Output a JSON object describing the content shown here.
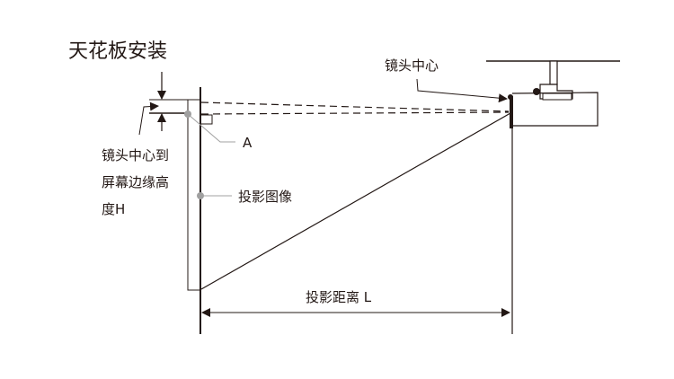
{
  "title": "天花板安装",
  "labels": {
    "lens_center": "镜头中心",
    "height_line1": "镜头中心到",
    "height_line2": "屏幕边缘高",
    "height_line3": "度H",
    "point_a": "A",
    "projected_image": "投影图像",
    "throw_distance": "投影距离 L"
  },
  "colors": {
    "line": "#231815",
    "gray": "#a0a0a0"
  }
}
